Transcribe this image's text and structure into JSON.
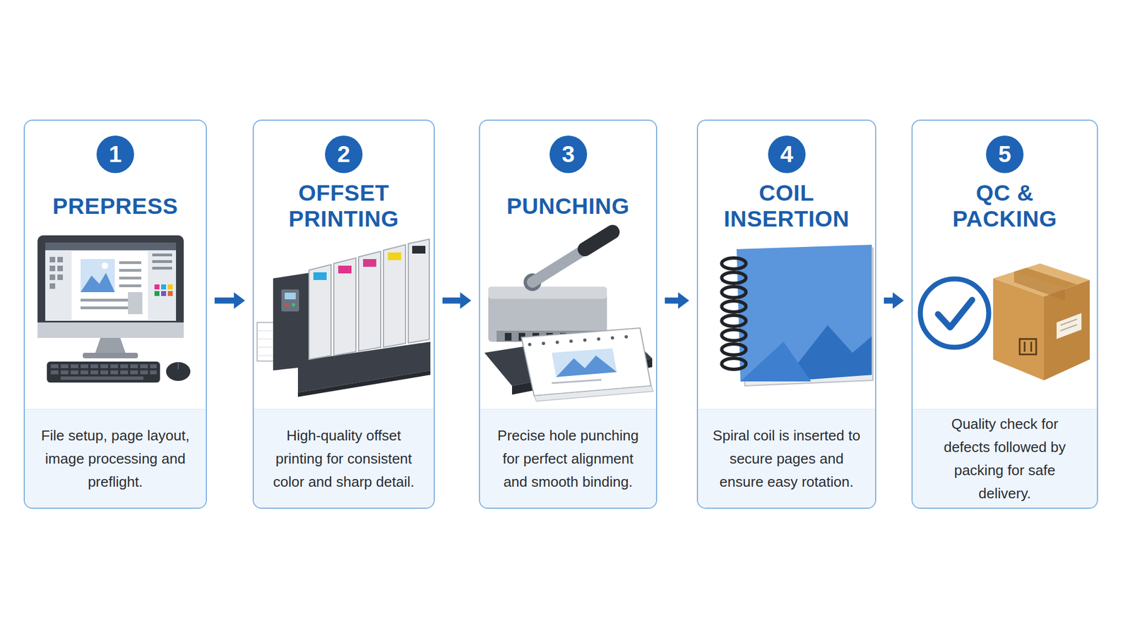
{
  "diagram": {
    "nodes": [
      {
        "text": [
          "PREPRESS",
          "File setup, page layout, image processing and preflight."
        ]
      },
      {
        "text": [
          "1"
        ],
        "in": 0
      },
      {
        "text": [
          "OFFSET PRINTING",
          "High-quality offset printing for consistent color and sharp detail."
        ]
      },
      {
        "text": [
          "2"
        ],
        "in": 2
      },
      {
        "text": [
          "PUNCHING",
          "Precise hole punching for perfect alignment and smooth binding."
        ]
      },
      {
        "text": [
          "3"
        ],
        "in": 4
      },
      {
        "text": [
          "COIL INSERTION",
          "Spiral coil is inserted to secure pages and ensure easy rotation."
        ]
      },
      {
        "text": [
          "4"
        ],
        "in": 6
      },
      {
        "text": [
          "QC & PACKING",
          "Quality check for defects followed by packing for safe delivery."
        ]
      },
      {
        "text": [
          "5"
        ],
        "in": 8
      }
    ],
    "edges": [
      {
        "from": 0,
        "to": 2,
        "arrow": "to"
      },
      {
        "from": 2,
        "to": 4,
        "arrow": "to"
      },
      {
        "from": 4,
        "to": 6,
        "arrow": "to"
      },
      {
        "from": 6,
        "to": 8,
        "arrow": "to"
      }
    ]
  }
}
